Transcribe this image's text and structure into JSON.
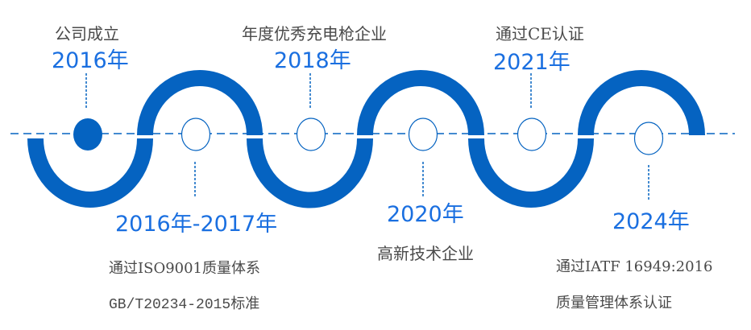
{
  "colors": {
    "accent": "#0563c1",
    "year_text": "#1a6fe0",
    "body_text": "#4a4a4a",
    "background": "#ffffff"
  },
  "milestones": [
    {
      "year": "2016年",
      "title": "公司成立",
      "position": "top",
      "marker": "filled"
    },
    {
      "year": "2016年-2017年",
      "lines": [
        "通过ISO9001质量体系",
        "GB/T20234-2015标准"
      ],
      "position": "bottom",
      "marker": "hollow"
    },
    {
      "year": "2018年",
      "title": "年度优秀充电枪企业",
      "position": "top",
      "marker": "hollow"
    },
    {
      "year": "2020年",
      "title": "高新技术企业",
      "position": "bottom",
      "marker": "hollow"
    },
    {
      "year": "2021年",
      "title": "通过CE认证",
      "position": "top",
      "marker": "hollow"
    },
    {
      "year": "2024年",
      "lines": [
        "通过IATF 16949:2016",
        "质量管理体系认证"
      ],
      "position": "bottom",
      "marker": "hollow"
    }
  ]
}
